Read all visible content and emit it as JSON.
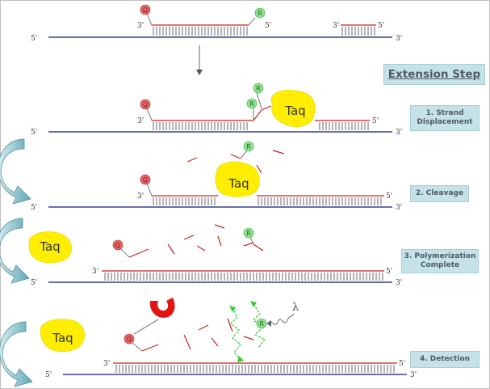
{
  "header": {
    "title": "Extension Step"
  },
  "strand_labels": {
    "five_prime": "5'",
    "three_prime": "3'"
  },
  "enzyme": {
    "label": "Taq"
  },
  "probe": {
    "reporter": "R",
    "quencher": "Q"
  },
  "emission": {
    "symbol": "λ"
  },
  "steps": [
    {
      "line1": "1. Strand",
      "line2": "Displacement"
    },
    {
      "line1": "2. Cleavage",
      "line2": ""
    },
    {
      "line1": "3. Polymerization",
      "line2": "Complete"
    },
    {
      "line1": "4. Detection",
      "line2": ""
    }
  ],
  "colors": {
    "template_strand": "#0b1b78",
    "new_strand": "#cc1f1f",
    "taq": "#ffee00",
    "reporter": "#8fe08f",
    "quencher": "#e86464",
    "label_box": "#c5e2e8",
    "curve_arrow": "#5fa7b4",
    "emission": "#33cc33"
  }
}
